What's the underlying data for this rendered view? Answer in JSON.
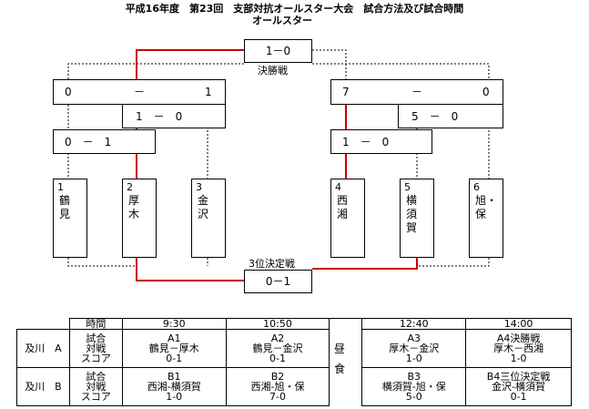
{
  "title": {
    "line1": "平成16年度　第23回　支部対抗オールスター大会　試合方法及び試合時間",
    "line2": "オールスター"
  },
  "final": {
    "label": "決勝戦",
    "score": "1－0"
  },
  "third_place": {
    "label": "3位決定戦",
    "score": "0－1"
  },
  "left": {
    "semi_score_left": "0",
    "semi_score_dash": "－",
    "semi_score_right": "1",
    "q_score": "1　－　0",
    "r1_score": "0　－　1"
  },
  "right": {
    "semi_score_left": "7",
    "semi_score_dash": "－",
    "semi_score_right": "0",
    "q_score": "5　－　0",
    "r1_score": "1　－　0"
  },
  "teams": [
    {
      "num": "1",
      "name": "鶴見"
    },
    {
      "num": "2",
      "name": "厚木"
    },
    {
      "num": "3",
      "name": "金沢"
    },
    {
      "num": "4",
      "name": "西湘"
    },
    {
      "num": "5",
      "name": "横須賀"
    },
    {
      "num": "6",
      "name": "旭・保"
    }
  ],
  "schedule": {
    "time_header": "時間",
    "times": [
      "9:30",
      "10:50",
      "12:40",
      "14:00"
    ],
    "lunch": "昼食",
    "row_labels": [
      "試合",
      "対戦",
      "スコア"
    ],
    "courts": [
      {
        "name": "及川　A",
        "games": [
          {
            "code": "A1",
            "match": "鶴見－厚木",
            "score": "0-1"
          },
          {
            "code": "A2",
            "match": "鶴見－金沢",
            "score": "0-1"
          },
          {
            "code": "A3",
            "match": "厚木－金沢",
            "score": "1-0"
          },
          {
            "code": "A4決勝戦",
            "match": "厚木－西湘",
            "score": "1-0"
          }
        ]
      },
      {
        "name": "及川　B",
        "games": [
          {
            "code": "B1",
            "match": "西湘-横須賀",
            "score": "1-0"
          },
          {
            "code": "B2",
            "match": "西湘-旭・保",
            "score": "7-0"
          },
          {
            "code": "B3",
            "match": "横須賀-旭・保",
            "score": "5-0"
          },
          {
            "code": "B4三位決定戦",
            "match": "金沢-横須賀",
            "score": "0-1"
          }
        ]
      }
    ]
  },
  "colors": {
    "winner_line": "#cc0000",
    "bracket_line": "#000000"
  }
}
